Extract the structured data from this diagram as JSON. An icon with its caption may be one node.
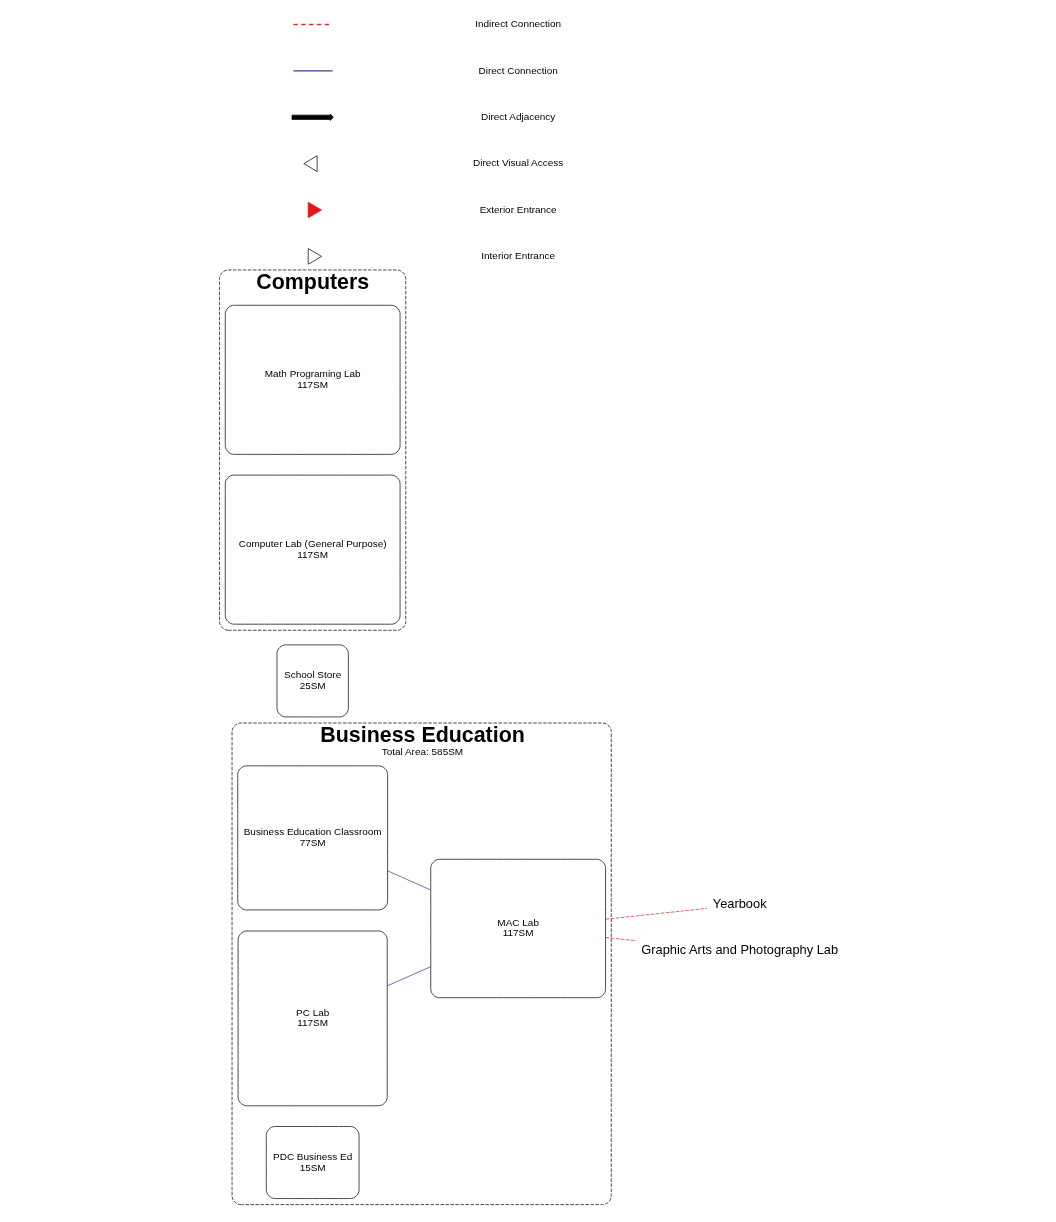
{
  "diagram": {
    "nodes": [
      {
        "text": [
          "Business Education"
        ],
        "beside": [
          "Total Area: 585SM"
        ]
      },
      {
        "text": [
          "School Store",
          "25SM"
        ]
      },
      {
        "text": [
          "Business Education Classroom",
          "77SM"
        ],
        "in": 0
      },
      {
        "text": [
          "PC Lab",
          "117SM"
        ],
        "in": 0
      },
      {
        "text": [
          "PDC Business Ed",
          "15SM"
        ],
        "in": 0
      },
      {
        "text": [
          "MAC Lab",
          "117SM"
        ],
        "in": 0
      },
      {
        "text": [
          "Yearbook"
        ]
      },
      {
        "text": [
          "Graphic Arts and Photography Lab"
        ]
      },
      {
        "text": [
          "Computers"
        ]
      },
      {
        "text": [
          "Math Programing Lab",
          "117SM"
        ],
        "in": 8
      },
      {
        "text": [
          "Computer Lab (General Purpose)",
          "117SM"
        ],
        "in": 8
      }
    ],
    "edges": [
      {
        "from": 2,
        "to": 5,
        "arrow": "none",
        "color": "#3b3b98"
      },
      {
        "from": 3,
        "to": 5,
        "arrow": "none",
        "color": "#3b3b98"
      },
      {
        "from": 5,
        "to": 6,
        "arrow": "none",
        "style": "dashed",
        "color": "#e0202a"
      },
      {
        "from": 5,
        "to": 7,
        "arrow": "none",
        "style": "dashed",
        "color": "#e0202a"
      }
    ],
    "legend": [
      {
        "text": "Indirect Connection"
      },
      {
        "text": "Direct Connection"
      },
      {
        "text": "Direct Adjacency"
      },
      {
        "text": "Direct Visual Access"
      },
      {
        "text": "Exterior Entrance"
      },
      {
        "text": "Interior Entrance"
      }
    ]
  }
}
